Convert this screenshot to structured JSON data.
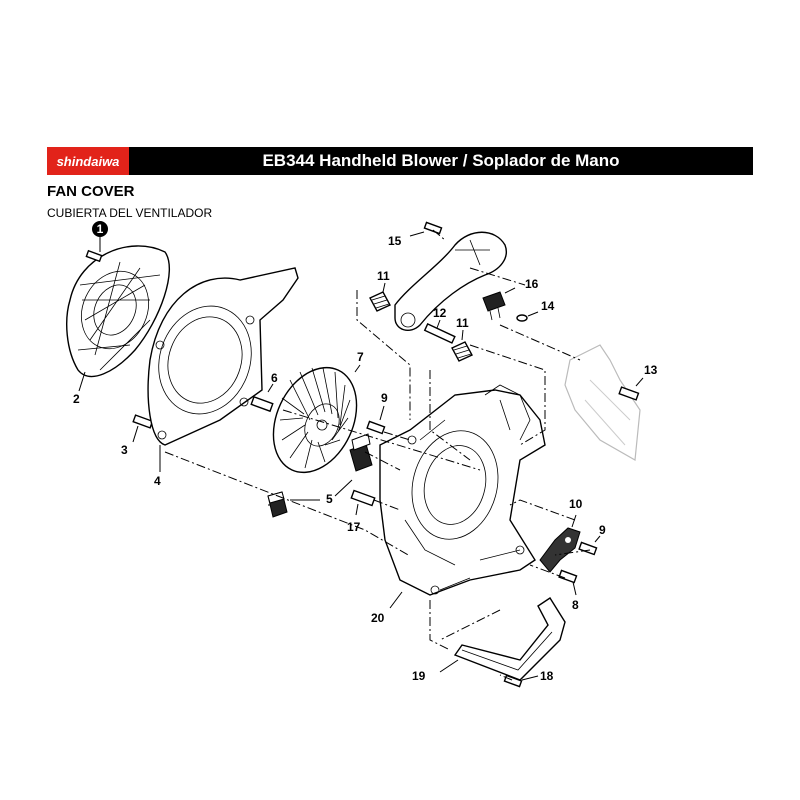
{
  "header": {
    "brand": "shindaiwa",
    "title": "EB344 Handheld Blower / Soplador de Mano"
  },
  "section": {
    "title": "FAN COVER",
    "subtitle": "CUBIERTA DEL VENTILADOR"
  },
  "callouts": {
    "p1": "1",
    "p2": "2",
    "p3": "3",
    "p4": "4",
    "p5": "5",
    "p6": "6",
    "p7": "7",
    "p8": "8",
    "p9a": "9",
    "p9b": "9",
    "p10": "10",
    "p11a": "11",
    "p11b": "11",
    "p12": "12",
    "p13": "13",
    "p14": "14",
    "p15": "15",
    "p16": "16",
    "p17": "17",
    "p18": "18",
    "p19": "19",
    "p20": "20"
  },
  "colors": {
    "brand_red": "#e2231a",
    "header_black": "#000000"
  }
}
